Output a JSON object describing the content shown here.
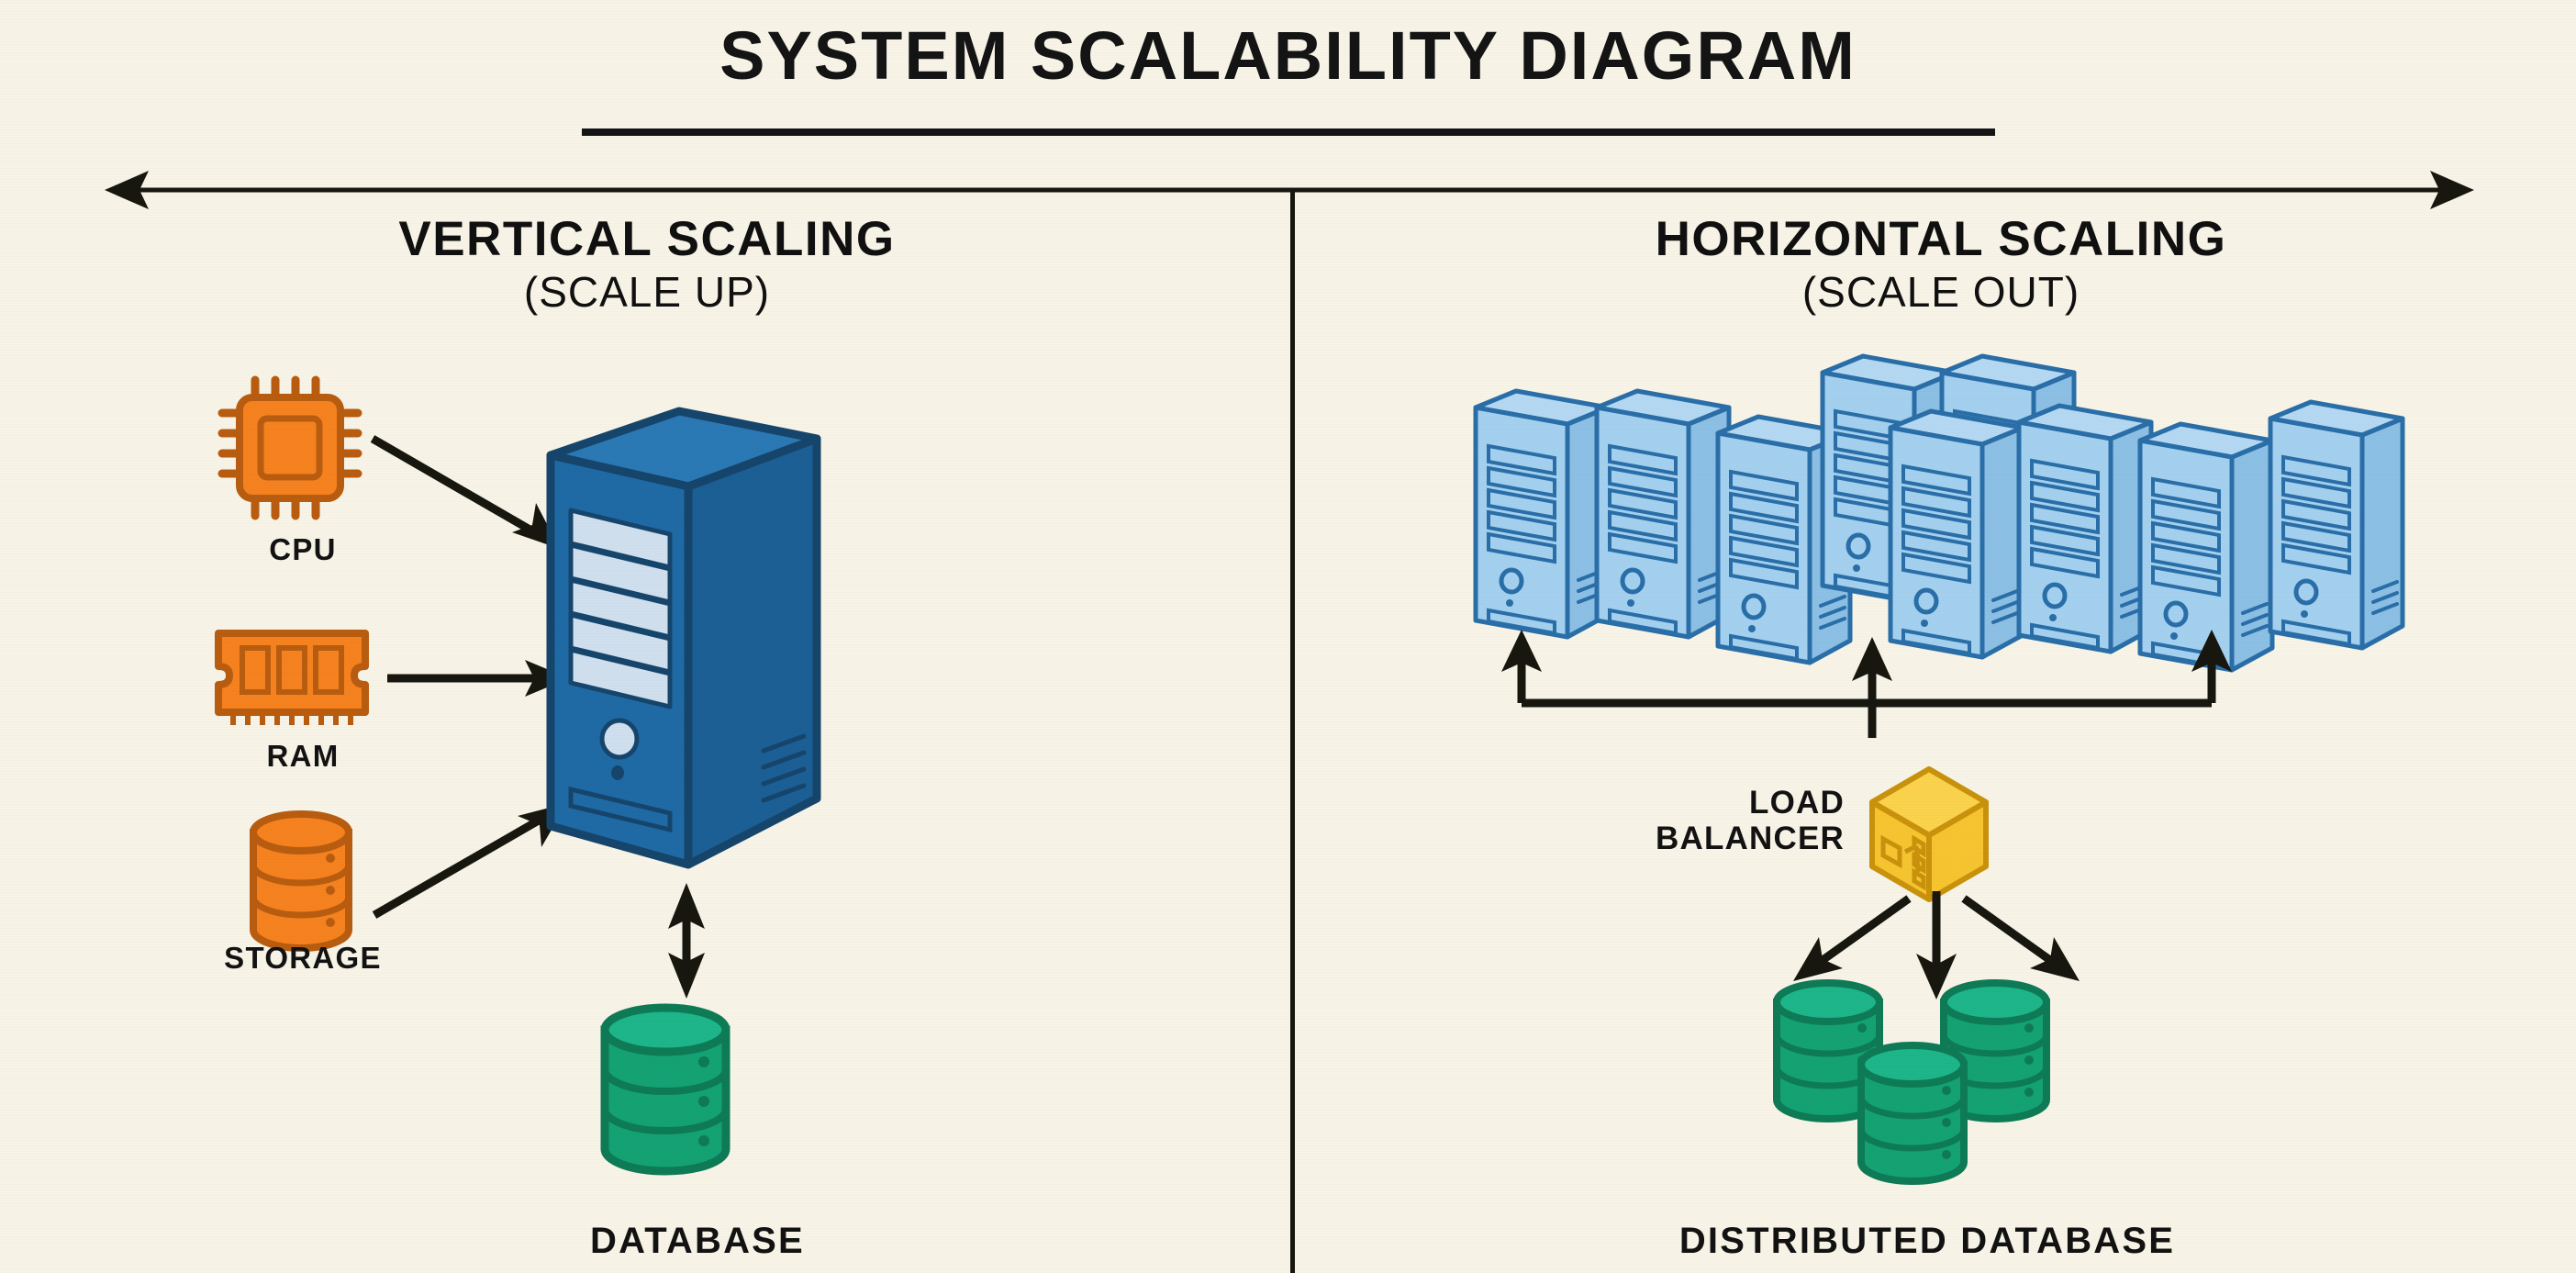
{
  "page": {
    "title": "SYSTEM SCALABILITY DIAGRAM",
    "background_color": "#f7f4e7",
    "ink_color": "#141414"
  },
  "span_arrow": {
    "name": "double-headed-span-arrow",
    "orientation": "horizontal",
    "double_headed": true
  },
  "divider": {
    "name": "vertical-divider",
    "orientation": "vertical"
  },
  "panels": {
    "left": {
      "heading": "VERTICAL SCALING",
      "subheading": "(SCALE UP)",
      "resources": [
        {
          "label": "CPU",
          "icon": "cpu-chip-icon",
          "color": "#f5821f"
        },
        {
          "label": "RAM",
          "icon": "ram-stick-icon",
          "color": "#f5821f"
        },
        {
          "label": "STORAGE",
          "icon": "storage-cylinder-icon",
          "color": "#f5821f"
        }
      ],
      "server": {
        "icon": "server-tower-icon",
        "color": "#1f6aa5"
      },
      "database": {
        "label": "DATABASE",
        "icon": "database-cylinder-icon",
        "color": "#14a273"
      },
      "arrows": [
        {
          "name": "cpu-to-server-arrow",
          "direction": "down-right"
        },
        {
          "name": "ram-to-server-arrow",
          "direction": "right"
        },
        {
          "name": "storage-to-server-arrow",
          "direction": "up-right"
        },
        {
          "name": "server-database-arrow",
          "direction": "vertical-double"
        }
      ]
    },
    "right": {
      "heading": "HORIZONTAL SCALING",
      "subheading": "(SCALE OUT)",
      "server_cluster": {
        "name": "server-cluster",
        "count": 9,
        "color": "#9ecbea",
        "outline_color": "#2a6ea8"
      },
      "load_balancer": {
        "label_line1": "LOAD",
        "label_line2": "BALANCER",
        "icon": "load-balancer-cube-icon",
        "color": "#f5c430"
      },
      "distributed_database": {
        "label": "DISTRIBUTED DATABASE",
        "icon": "database-cylinder-icon",
        "color": "#14a273",
        "node_count": 3
      },
      "arrows": [
        {
          "name": "bus-to-server-left-arrow",
          "direction": "up"
        },
        {
          "name": "bus-to-server-center-arrow",
          "direction": "up"
        },
        {
          "name": "bus-to-server-right-arrow",
          "direction": "up"
        },
        {
          "name": "load-balancer-bus-line",
          "direction": "horizontal"
        },
        {
          "name": "lb-to-db-left-arrow",
          "direction": "down-left"
        },
        {
          "name": "lb-to-db-center-arrow",
          "direction": "down"
        },
        {
          "name": "lb-to-db-right-arrow",
          "direction": "down-right"
        }
      ]
    }
  }
}
